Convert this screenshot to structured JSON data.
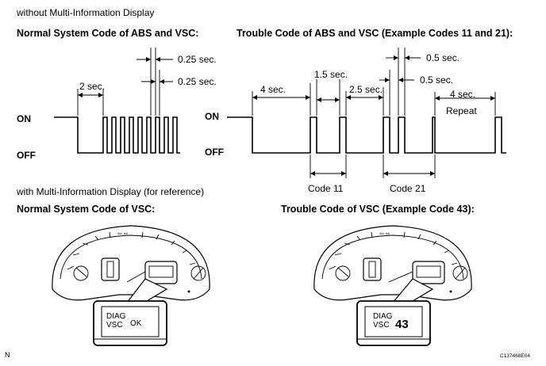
{
  "top_caption": "without Multi-Information Display",
  "left_header": "Normal System Code of ABS and VSC:",
  "right_header": "Trouble Code of ABS and VSC (Example Codes 11 and 21):",
  "left_timing": {
    "t1": "0.25 sec.",
    "t2": "0.25 sec.",
    "t3": "2 sec."
  },
  "right_timing": {
    "t1": "0.5 sec.",
    "t2": "0.5 sec.",
    "t3": "1.5 sec.",
    "t4": "4 sec.",
    "t5": "2.5 sec.",
    "t6": "4 sec.",
    "repeat": "Repeat"
  },
  "on_label": "ON",
  "off_label": "OFF",
  "code_labels": {
    "code11": "Code 11",
    "code21": "Code 21"
  },
  "bottom_caption": "with Multi-Information Display (for reference)",
  "bottom_left_header": "Normal System Code of VSC:",
  "bottom_right_header": "Trouble Code of VSC (Example Code 43):",
  "display_left": {
    "line1": "DIAG",
    "line2": "VSC",
    "value": "OK"
  },
  "display_right": {
    "line1": "DIAG",
    "line2": "VSC",
    "value": "43"
  },
  "corner_left": "N",
  "corner_right": "C137468E04"
}
